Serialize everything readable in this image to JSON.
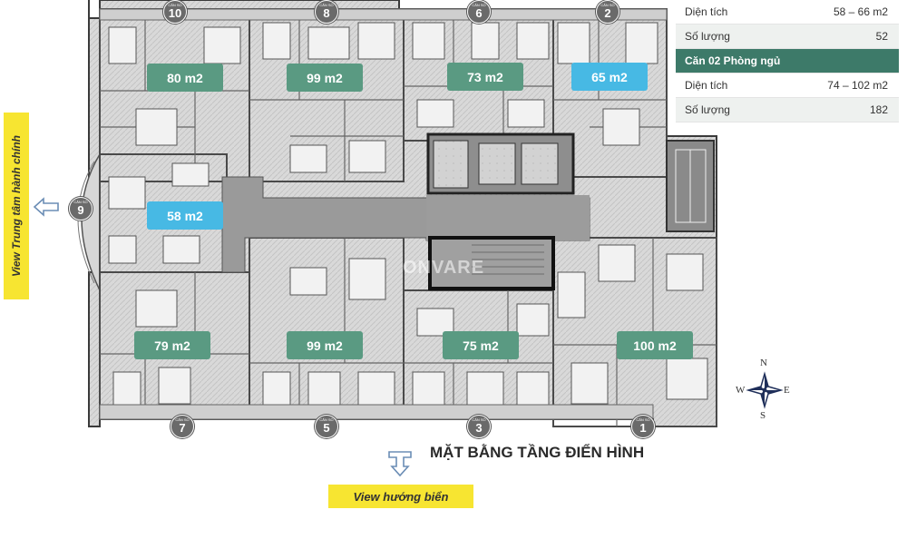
{
  "stats": {
    "rows": [
      {
        "label": "Diện tích",
        "value": "58 – 66 m2"
      },
      {
        "label": "Số lượng",
        "value": "52"
      },
      {
        "label": "Căn 02 Phòng ngủ",
        "value": ""
      },
      {
        "label": "Diện tích",
        "value": "74 – 102 m2"
      },
      {
        "label": "Số lượng",
        "value": "182"
      }
    ]
  },
  "areas": [
    {
      "text": "80 m2",
      "style": "green"
    },
    {
      "text": "99 m2",
      "style": "green"
    },
    {
      "text": "73 m2",
      "style": "green"
    },
    {
      "text": "65 m2",
      "style": "blue"
    },
    {
      "text": "58 m2",
      "style": "blue"
    },
    {
      "text": "79 m2",
      "style": "green"
    },
    {
      "text": "99 m2",
      "style": "green"
    },
    {
      "text": "75 m2",
      "style": "green"
    },
    {
      "text": "100 m2",
      "style": "green"
    }
  ],
  "badge_label": "CĂN SỐ",
  "units": [
    "10",
    "8",
    "6",
    "2",
    "9",
    "7",
    "5",
    "3",
    "1"
  ],
  "title": "MẶT BẰNG TẦNG ĐIỂN HÌNH",
  "view_bottom": "View hướng biển",
  "view_left": "View Trung tâm hành chính",
  "watermark": "ONVARE",
  "compass": {
    "n": "N",
    "s": "S",
    "e": "E",
    "w": "W"
  },
  "colors": {
    "accent_green": "#5a9a82",
    "accent_blue": "#47b9e4",
    "table_header": "#3d7a69",
    "view_yellow": "#f7e531"
  }
}
